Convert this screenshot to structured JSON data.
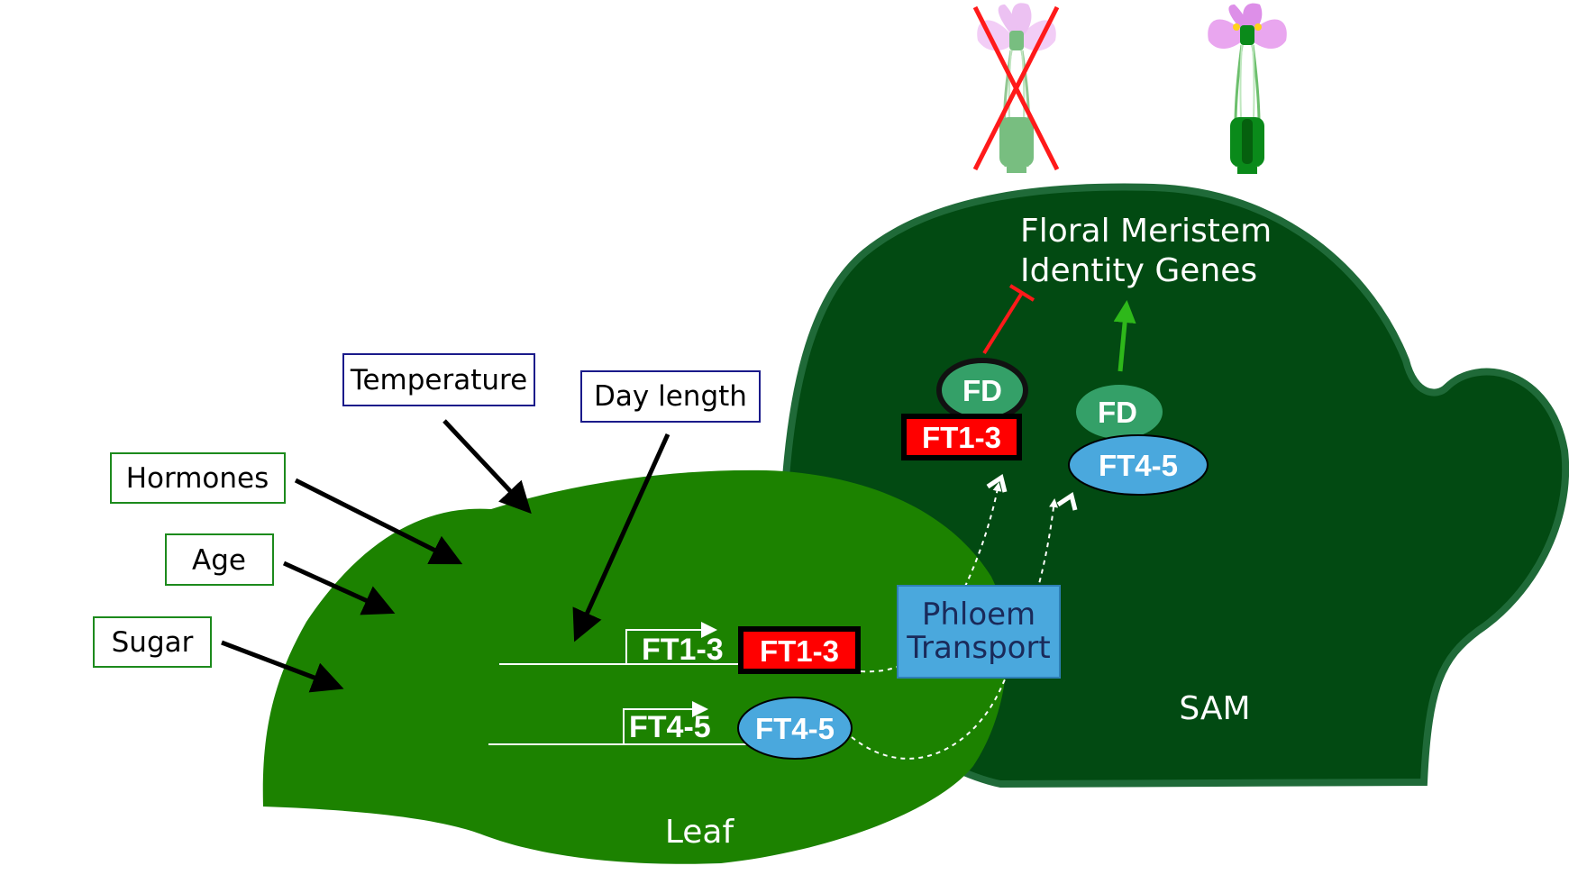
{
  "colors": {
    "sam_fill": "#024a12",
    "sam_stroke": "#1f6a38",
    "leaf_fill": "#1c8200",
    "fd_fill": "#34a068",
    "ft13_fill": "#ff0000",
    "ft45_fill": "#4aa8dd",
    "phloem_fill": "#4aa8dd",
    "repress": "#ff1a1a",
    "activate": "#2eb81a",
    "env_box_green": "#1c8a1c",
    "env_box_blue": "#1a1a8a",
    "petal": "#e9a6ef",
    "pistil": "#0a8a1a"
  },
  "regions": {
    "sam_label": "SAM",
    "leaf_label": "Leaf"
  },
  "floral_genes": {
    "line1": "Floral Meristem",
    "line2": "Identity Genes"
  },
  "factors": {
    "temperature": "Temperature",
    "day_length": "Day length",
    "hormones": "Hormones",
    "age": "Age",
    "sugar": "Sugar"
  },
  "genes": {
    "ft13_gene": "FT1-3",
    "ft45_gene": "FT4-5"
  },
  "proteins": {
    "ft13_leaf": "FT1-3",
    "ft45_leaf": "FT4-5",
    "ft13_sam": "FT1-3",
    "ft45_sam": "FT4-5",
    "fd_left": "FD",
    "fd_right": "FD"
  },
  "phloem": {
    "line1": "Phloem",
    "line2": "Transport"
  },
  "flowers": {
    "left_icon": "flower-crossed-out-icon",
    "right_icon": "flower-icon"
  }
}
